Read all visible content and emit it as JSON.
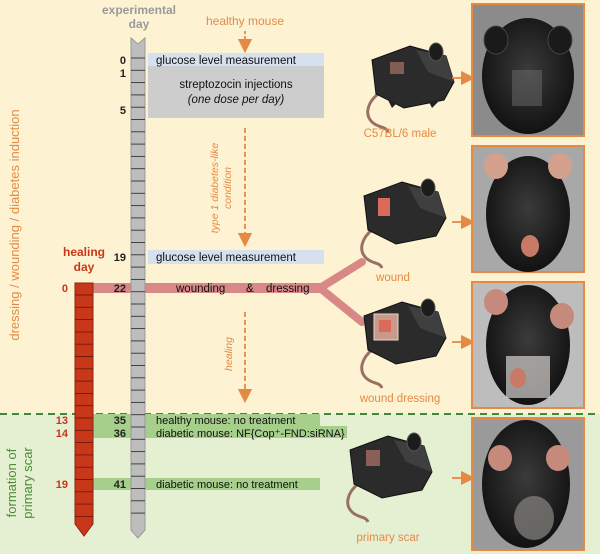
{
  "columns": {
    "experimental_day": "experimental day",
    "healing_day": "healing day"
  },
  "phases": {
    "induction": "dressing / wounding / diabetes induction",
    "scar_line1": "formation of",
    "scar_line2": "primary scar"
  },
  "flow": {
    "healthy_mouse": "healthy mouse",
    "diabetes_line1": "type 1 diabetes-like",
    "diabetes_line2": "condition",
    "healing": "healing"
  },
  "days": [
    {
      "day": "0",
      "type": "exp"
    },
    {
      "day": "1",
      "type": "exp"
    },
    {
      "day": "5",
      "type": "exp"
    },
    {
      "day": "19",
      "type": "exp"
    },
    {
      "day": "22",
      "type": "exp"
    },
    {
      "day": "35",
      "type": "exp"
    },
    {
      "day": "36",
      "type": "exp"
    },
    {
      "day": "41",
      "type": "exp"
    }
  ],
  "healing_days": [
    "0",
    "13",
    "14",
    "19"
  ],
  "events": {
    "glucose_1": "glucose level measurement",
    "stz_line1": "streptozocin injections",
    "stz_line2": "(one dose per day)",
    "glucose_2": "glucose level measurement",
    "wounding": "wounding",
    "amp": "&",
    "dressing": "dressing",
    "healthy_no_treatment": "healthy mouse: no treatment",
    "diabetic_nf": "diabetic mouse: NF{Cop⁺-FND:siRNA}",
    "diabetic_no_treatment": "diabetic mouse: no treatment"
  },
  "mice": {
    "strain": "C57BL/6 male",
    "wound": "wound",
    "wound_dressing": "wound dressing",
    "primary_scar": "primary scar"
  },
  "colors": {
    "background_top": "#fdf3d2",
    "background_bottom": "#e5f0d3",
    "orange": "#e58a45",
    "red_bar": "#c8371a",
    "rose_band": "#d98888",
    "green_band": "#a6cf8c",
    "blue_band": "#d6e0ef",
    "grey_band": "#cdcdcd",
    "phase_green": "#4e8a39",
    "dashed_green": "#3c8a3a"
  }
}
